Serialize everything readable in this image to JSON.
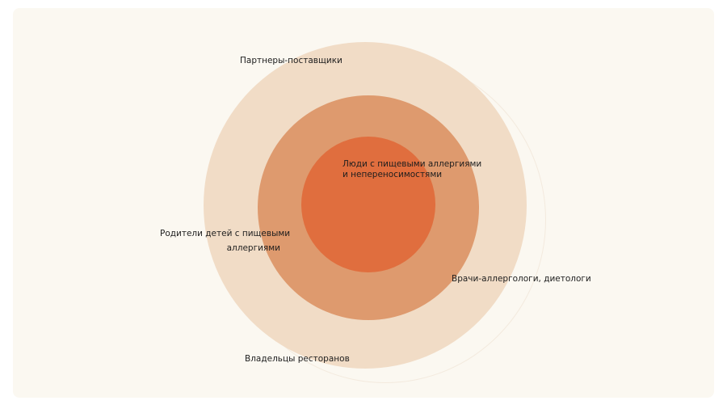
{
  "diagram": {
    "type": "concentric-circles",
    "colors": {
      "background": "#fbf8f1",
      "outer_ring": "#f1dcc6",
      "middle_ring": "#de9a6e",
      "core": "#e06e3e"
    },
    "labels": {
      "suppliers": "Партнеры-поставщики",
      "core_line1": "Люди с пищевыми аллергиями",
      "core_line2": "и непереносимостями",
      "parents_line1": "Родители  детей с пищевыми",
      "parents_line2": "аллергиями",
      "doctors": "Врачи-аллергологи, диетологи",
      "owners": "Владельцы ресторанов"
    }
  }
}
